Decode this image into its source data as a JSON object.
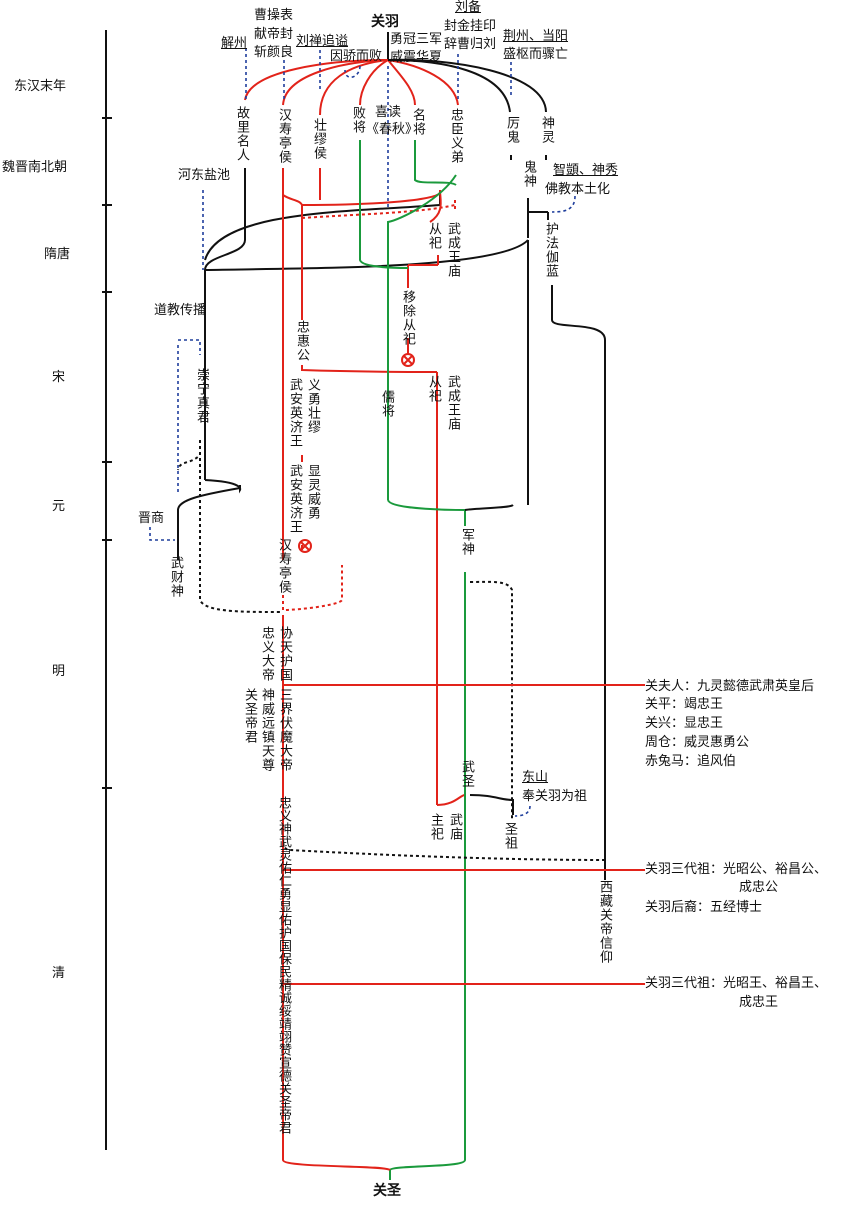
{
  "colors": {
    "red": "#e2231a",
    "green": "#1a9a3c",
    "black": "#111111",
    "blue": "#1f3e9c"
  },
  "eras": [
    "东汉末年",
    "魏晋南北朝",
    "隋唐",
    "宋",
    "元",
    "明",
    "清"
  ],
  "top": {
    "guanyu": "关羽",
    "liubei": "刘备",
    "feng_jin": "封金挂印",
    "ci_cao": "辞曹归刘",
    "yong_guan": "勇冠三军",
    "wei_zhen": "威震华夏",
    "cao_cao": "曹操表",
    "xian_di": "献帝封",
    "zhan_yan": "斩颜良",
    "liu_shan": "刘禅追谥",
    "yin_jiao": "因骄而败",
    "jiezhou": "解州",
    "jingzhou": "荆州、当阳",
    "sheng_lian": "盛枢而骤亡"
  },
  "nodes": {
    "gu_li": "故里名人",
    "hanshou1": "汉寿亭侯",
    "zhuangmiu": "壮缪侯",
    "bai_jiang": "败将",
    "xi_du": "喜读",
    "chun_qiu": "《春秋》",
    "ming_jiang": "名将",
    "zhong_chen": "忠臣义弟",
    "li_gui": "厉鬼",
    "shen_ling": "神灵",
    "gui_shen": "鬼神",
    "zhiyi": "智顗、神秀",
    "fo_jiao": "佛教本土化",
    "hedong": "河东盐池",
    "cong_si1": "从祀",
    "wucheng1": "武成王庙",
    "hufa": "护法伽蓝",
    "yichu": "移除从祀",
    "daojiao": "道教传播",
    "zhonghui": "忠惠公",
    "chongning": "崇宁真君",
    "yiyong": "义勇壮缪",
    "wuan1": "武安英济王",
    "ru_jiang": "儒将",
    "cong_si2": "从祀",
    "wucheng2": "武成王庙",
    "xianling": "显灵威勇",
    "wuan2": "武安英济王",
    "jin_shang": "晋商",
    "hanshou2": "汉寿亭侯",
    "jun_shen": "军神",
    "wu_cai": "武财神",
    "xietian": "协天护国",
    "zhongyi": "忠义大帝",
    "shenwei": "神威远镇天尊",
    "sanjie": "三界伏魔大帝",
    "guansheng_dijun": "关圣帝君",
    "wu_sheng": "武圣",
    "dongshan": "东山",
    "feng_guan": "奉关羽为祖",
    "zhu_si": "主祀",
    "wu_miao": "武庙",
    "sheng_zu": "圣祖",
    "long_title": "忠义神武灵佑仁勇显佑护国保民精诚绥靖翊赞宣德关圣帝君",
    "xizang": "西藏关帝信仰",
    "guan_sheng": "关圣"
  },
  "right": {
    "ming": [
      "关夫人：九灵懿德武肃英皇后",
      "关平：竭忠王",
      "关兴：显忠王",
      "周仓：威灵惠勇公",
      "赤兔马：追风伯"
    ],
    "qing1a": "关羽三代祖：光昭公、裕昌公、",
    "qing1b": "成忠公",
    "qing1c": "关羽后裔：五经博士",
    "qing2a": "关羽三代祖：光昭王、裕昌王、",
    "qing2b": "成忠王"
  }
}
